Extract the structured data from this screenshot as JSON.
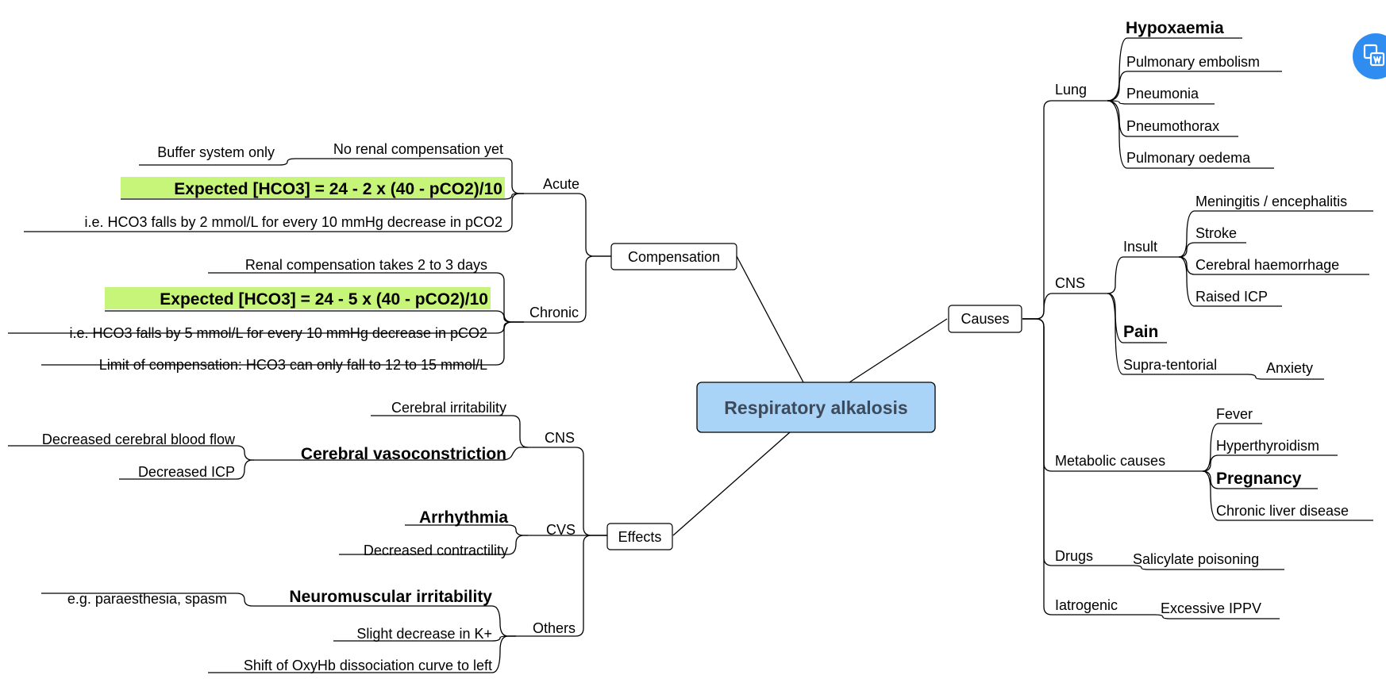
{
  "root": "Respiratory alkalosis",
  "compensation": {
    "label": "Compensation",
    "acute": {
      "label": "Acute",
      "no_renal": "No renal compensation yet",
      "buffer": "Buffer system only",
      "formula": "Expected [HCO3] = 24 - 2 x (40 - pCO2)/10",
      "ie": "i.e. HCO3 falls by 2 mmol/L for every 10 mmHg decrease in pCO2"
    },
    "chronic": {
      "label": "Chronic",
      "renal": "Renal compensation takes 2 to 3 days",
      "formula": "Expected [HCO3] = 24 - 5 x (40 - pCO2)/10",
      "ie": "i.e. HCO3 falls by 5 mmol/L for every 10 mmHg decrease in pCO2",
      "limit": "Limit of compensation: HCO3 can only fall to 12 to 15 mmol/L"
    }
  },
  "effects": {
    "label": "Effects",
    "cns": {
      "label": "CNS",
      "irritability": "Cerebral irritability",
      "vasoconstriction": "Cerebral vasoconstriction",
      "blood_flow": "Decreased cerebral blood flow",
      "icp": "Decreased ICP"
    },
    "cvs": {
      "label": "CVS",
      "arrhythmia": "Arrhythmia",
      "contractility": "Decreased contractility"
    },
    "others": {
      "label": "Others",
      "neuro": "Neuromuscular irritability",
      "paraesthesia": "e.g. paraesthesia, spasm",
      "potassium": "Slight decrease in K+",
      "oxyhb": "Shift of OxyHb dissociation curve to left"
    }
  },
  "causes": {
    "label": "Causes",
    "lung": {
      "label": "Lung",
      "items": [
        "Hypoxaemia",
        "Pulmonary embolism",
        "Pneumonia",
        "Pneumothorax",
        "Pulmonary oedema"
      ]
    },
    "cns": {
      "label": "CNS",
      "insult": {
        "label": "Insult",
        "items": [
          "Meningitis / encephalitis",
          "Stroke",
          "Cerebral haemorrhage",
          "Raised ICP"
        ]
      },
      "pain": "Pain",
      "supra": {
        "label": "Supra-tentorial",
        "anxiety": "Anxiety"
      }
    },
    "metabolic": {
      "label": "Metabolic causes",
      "items": [
        "Fever",
        "Hyperthyroidism",
        "Pregnancy",
        "Chronic liver disease"
      ]
    },
    "drugs": {
      "label": "Drugs",
      "salicylate": "Salicylate poisoning"
    },
    "iatrogenic": {
      "label": "Iatrogenic",
      "ippv": "Excessive IPPV"
    }
  },
  "colors": {
    "root_fill": "#a9d3f7",
    "formula_highlight": "#c7f57a",
    "widget": "#2f8cf0"
  },
  "widget_icon": "translate-icon"
}
